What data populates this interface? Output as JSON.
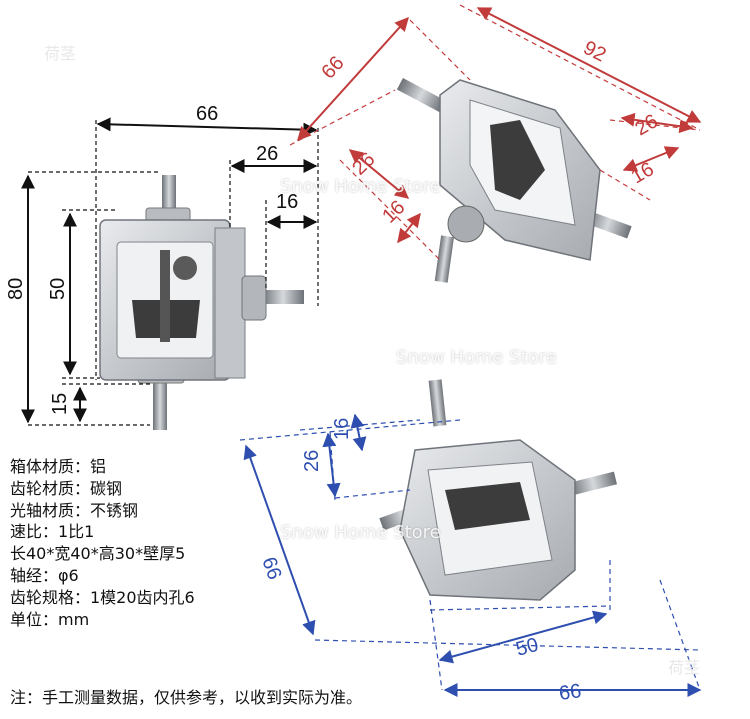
{
  "watermarks": {
    "top_left": "荷茎",
    "bottom_right": "荷茎",
    "store": [
      "Snow Home Store",
      "Snow Home Store",
      "Snow Home Store"
    ]
  },
  "dimensions": {
    "left_view": {
      "width_total": "66",
      "width_26": "26",
      "width_16": "16",
      "height_80": "80",
      "height_50": "50",
      "height_15": "15"
    },
    "top_view": {
      "depth_66": "66",
      "length_92": "92",
      "side_26": "26",
      "side_16": "16",
      "shaft_26": "26",
      "shaft_16": "16"
    },
    "bottom_view": {
      "h_26": "26",
      "h_16": "16",
      "diag_66": "66",
      "base_50": "50",
      "base_66": "66"
    }
  },
  "specs": [
    "箱体材质：铝",
    "齿轮材质：碳钢",
    "光轴材质：不锈钢",
    "速比：1比1",
    "长40*宽40*高30*壁厚5",
    "轴经：φ6",
    "齿轮规格：1模20齿内孔6",
    "单位：mm"
  ],
  "note": "注：手工测量数据，仅供参考，以收到实际为准。",
  "colors": {
    "black_dim": "#111111",
    "red_dim": "#c23b3b",
    "blue_dim": "#2e4fb0",
    "metal": "#c9ccd0",
    "metal_dark": "#7e8288",
    "shaft": "#9aa0a6"
  }
}
